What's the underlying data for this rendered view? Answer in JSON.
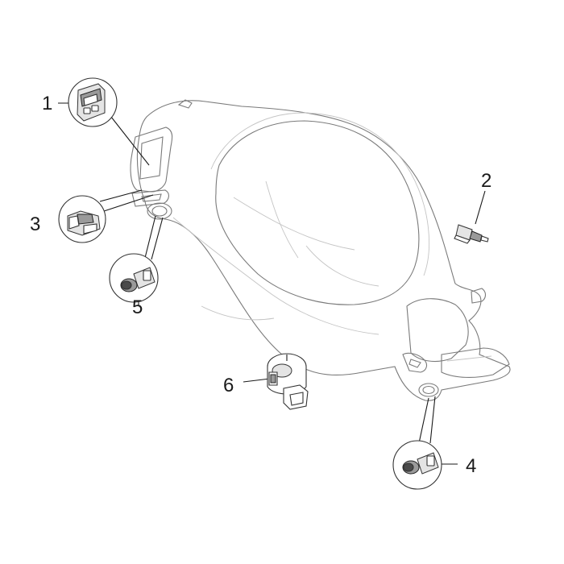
{
  "callouts": {
    "c1": "1",
    "c2": "2",
    "c3": "3",
    "c4": "4",
    "c5": "5",
    "c6": "6"
  },
  "colors": {
    "line": "#1a1a1a",
    "body_outline": "#7a7a7a",
    "background": "#ffffff"
  }
}
